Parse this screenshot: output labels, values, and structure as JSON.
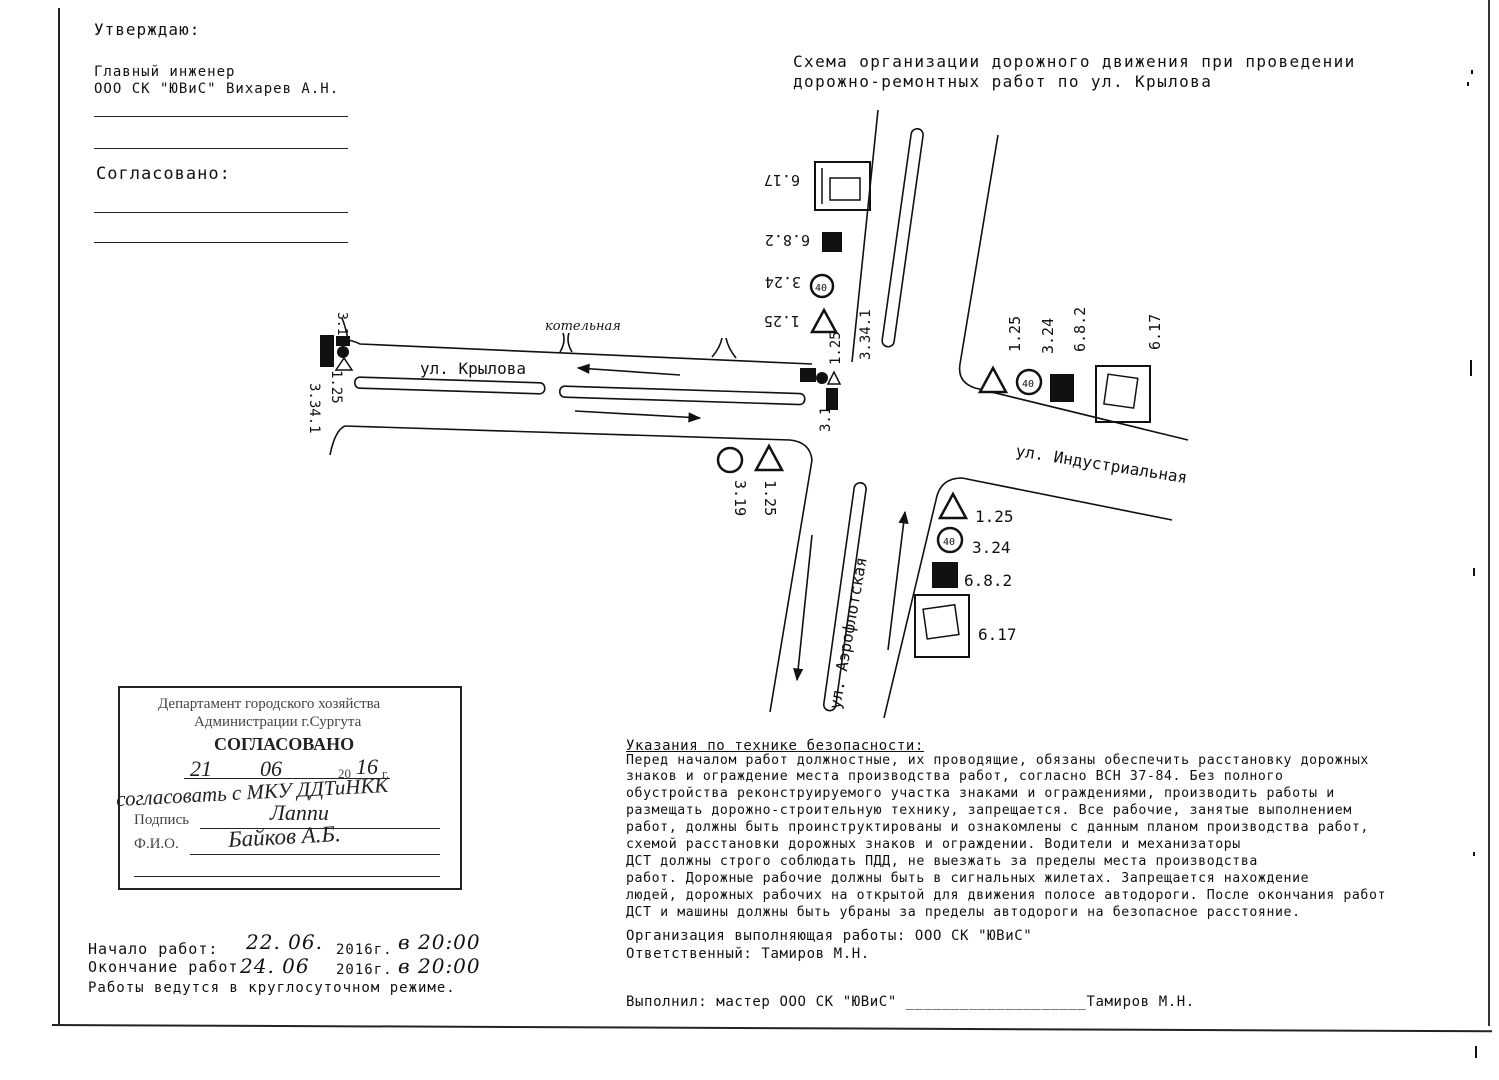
{
  "approval": {
    "approve_title": "Утверждаю:",
    "position_line1": "Главный инженер",
    "position_line2": "ООО СК \"ЮВиС\" Вихарев А.Н.",
    "agreed_title": "Согласовано:"
  },
  "title": {
    "line1": "Схема организации дорожного движения при проведении",
    "line2": "дорожно-ремонтных работ по ул. Крылова"
  },
  "diagram": {
    "streets": {
      "krylova": "ул. Крылова",
      "industrialnaya": "ул. Индустриальная",
      "aeroflotskaya": "ул. Аэрофлотская"
    },
    "boiler": "котельная",
    "sign_numbers": {
      "s1_25": "1.25",
      "s3_24": "3.24",
      "s6_8_2": "6.8.2",
      "s6_17": "6.17",
      "s3_1": "3.1",
      "s3_34_1": "3.34.1",
      "s3_19": "3.19",
      "speed": "40"
    }
  },
  "stamp": {
    "dept_line1": "Департамент городского хозяйства",
    "dept_line2": "Администрации г.Сургута",
    "agreed": "СОГЛАСОВАНО",
    "day": "21",
    "month": "06",
    "year_prefix": "20",
    "year_suffix": "16",
    "year_mark": "г.",
    "note": "согласовать с МКУ ДДТиНКК",
    "sign_label": "Подпись",
    "signature": "Лаппи",
    "name_label": "Ф.И.О.",
    "name_value": "Байков А.Б."
  },
  "safety": {
    "heading": "Указания по технике безопасности:",
    "lines": [
      "Перед началом работ должностные, их проводящие, обязаны обеспечить расстановку дорожных",
      "знаков и ограждение места производства работ, согласно ВСН 37-84. Без полного",
      "обустройства реконструируемого участка знаками и ограждениями, производить работы и",
      "размещать дорожно-строительную технику, запрещается. Все рабочие, занятые выполнением",
      " работ, должны быть проинструктированы и ознакомлены с данным планом производства работ,",
      "схемой расстановки дорожных знаков и ограждении. Водители и механизаторы",
      "ДСТ должны строго соблюдать ПДД, не выезжать за пределы места производства",
      "работ. Дорожные рабочие должны быть в сигнальных жилетах. Запрещается нахождение",
      "людей, дорожных рабочих на открытой для движения полосе автодороги. После окончания работ",
      "ДСТ и машины должны быть убраны за пределы автодороги на безопасное расстояние."
    ],
    "organization": "Организация выполняющая работы: ООО СК \"ЮВиС\"",
    "responsible": "Ответственный: Тамиров М.Н.",
    "executed": "Выполнил: мастер ООО СК \"ЮВиС\" ____________________Тамиров М.Н."
  },
  "schedule": {
    "start_label": "Начало работ:",
    "start_date": "22. 06.",
    "start_year": "2016г.",
    "start_time": "в 20:00",
    "end_label": "Окончание работ",
    "end_date": "24. 06",
    "end_year": "2016г.",
    "end_time": "в 20:00",
    "mode": "Работы ведутся в круглосуточном режиме."
  }
}
